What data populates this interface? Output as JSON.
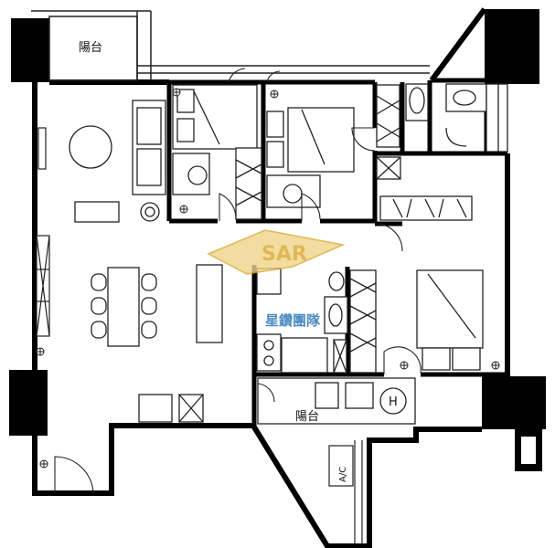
{
  "labels": {
    "balcony_top": "陽台",
    "balcony_bottom": "陽台",
    "heater_symbol": "H",
    "ac_label": "A/C"
  },
  "watermark": {
    "brand_text": "星鑽團隊",
    "logo_letters": "SAR"
  },
  "colors": {
    "wall": "#000000",
    "line": "#222222",
    "watermark_gold": "#d9a72a",
    "watermark_blue": "#1f6fb5"
  }
}
